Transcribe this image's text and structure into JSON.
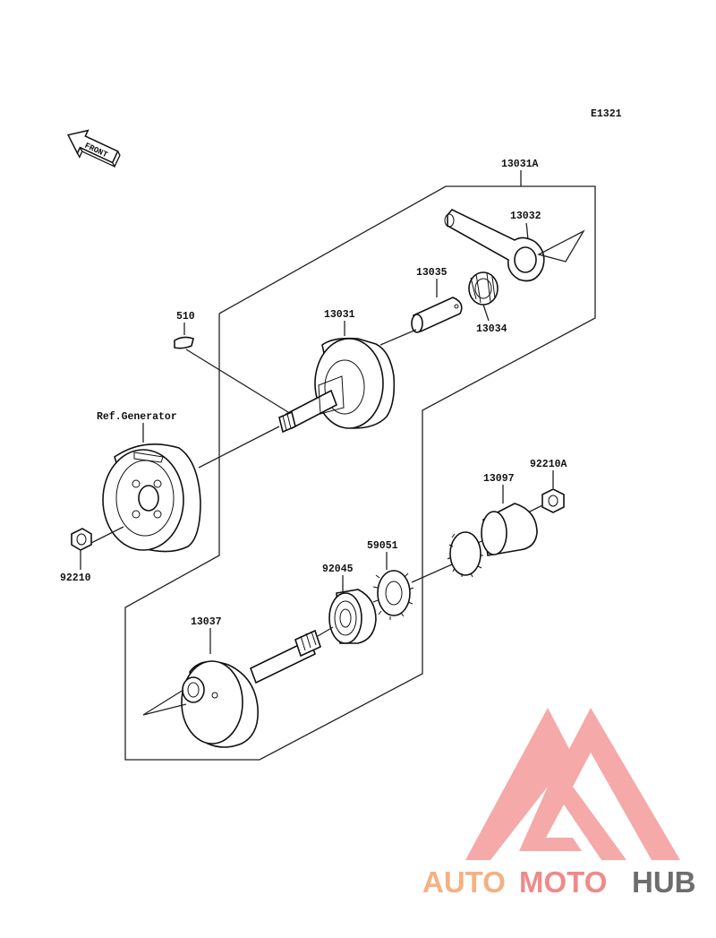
{
  "diagram": {
    "code": "E1321",
    "front_label": "FRONT",
    "ref_generator": "Ref.Generator",
    "parts": {
      "p13031A": "13031A",
      "p13032": "13032",
      "p13035": "13035",
      "p13034": "13034",
      "p510": "510",
      "p13031": "13031",
      "p92210A": "92210A",
      "p13097": "13097",
      "p59051": "59051",
      "p92045": "92045",
      "p92210": "92210",
      "p13037": "13037"
    }
  },
  "watermark": {
    "word_auto": "AUTO",
    "word_moto": "MOTO",
    "word_hub": "HUB",
    "colors": {
      "auto": "#f4b183",
      "moto": "#f08a8a",
      "hub": "#6d6d6d",
      "logo": "#f4a0a0"
    }
  }
}
